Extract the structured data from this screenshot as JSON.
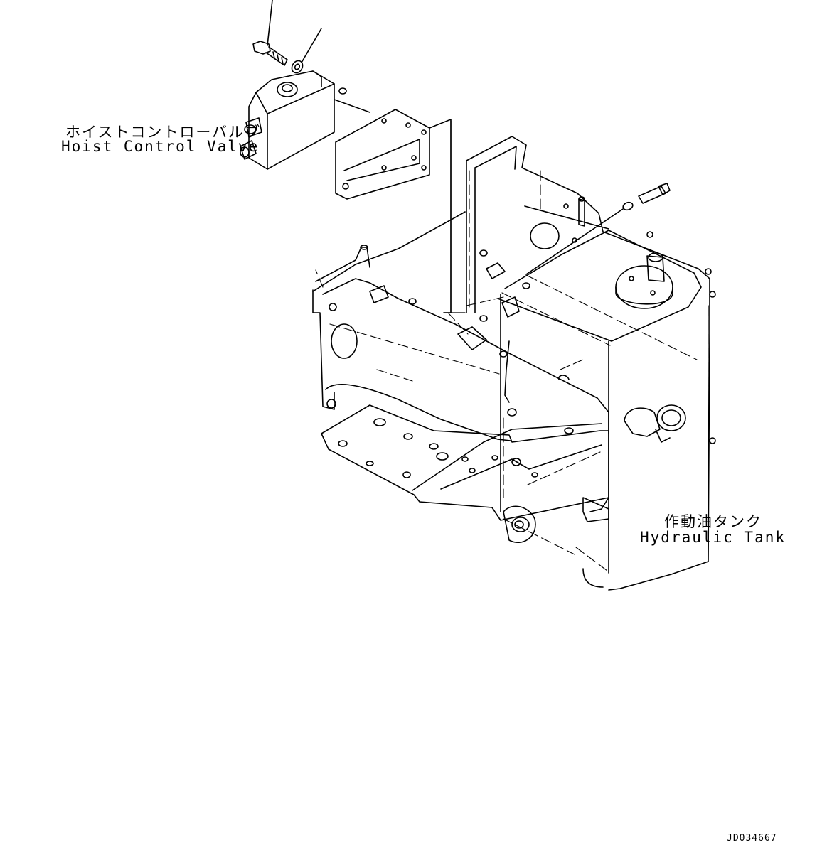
{
  "labels": {
    "hoist_control_valve_jp": "ホイストコントローバルブ",
    "hoist_control_valve_en": "Hoist Control Valve",
    "hydraulic_tank_jp": "作動油タンク",
    "hydraulic_tank_en": "Hydraulic Tank"
  },
  "drawing_code": "JD034667",
  "colors": {
    "line": "#000000",
    "background": "#ffffff"
  }
}
